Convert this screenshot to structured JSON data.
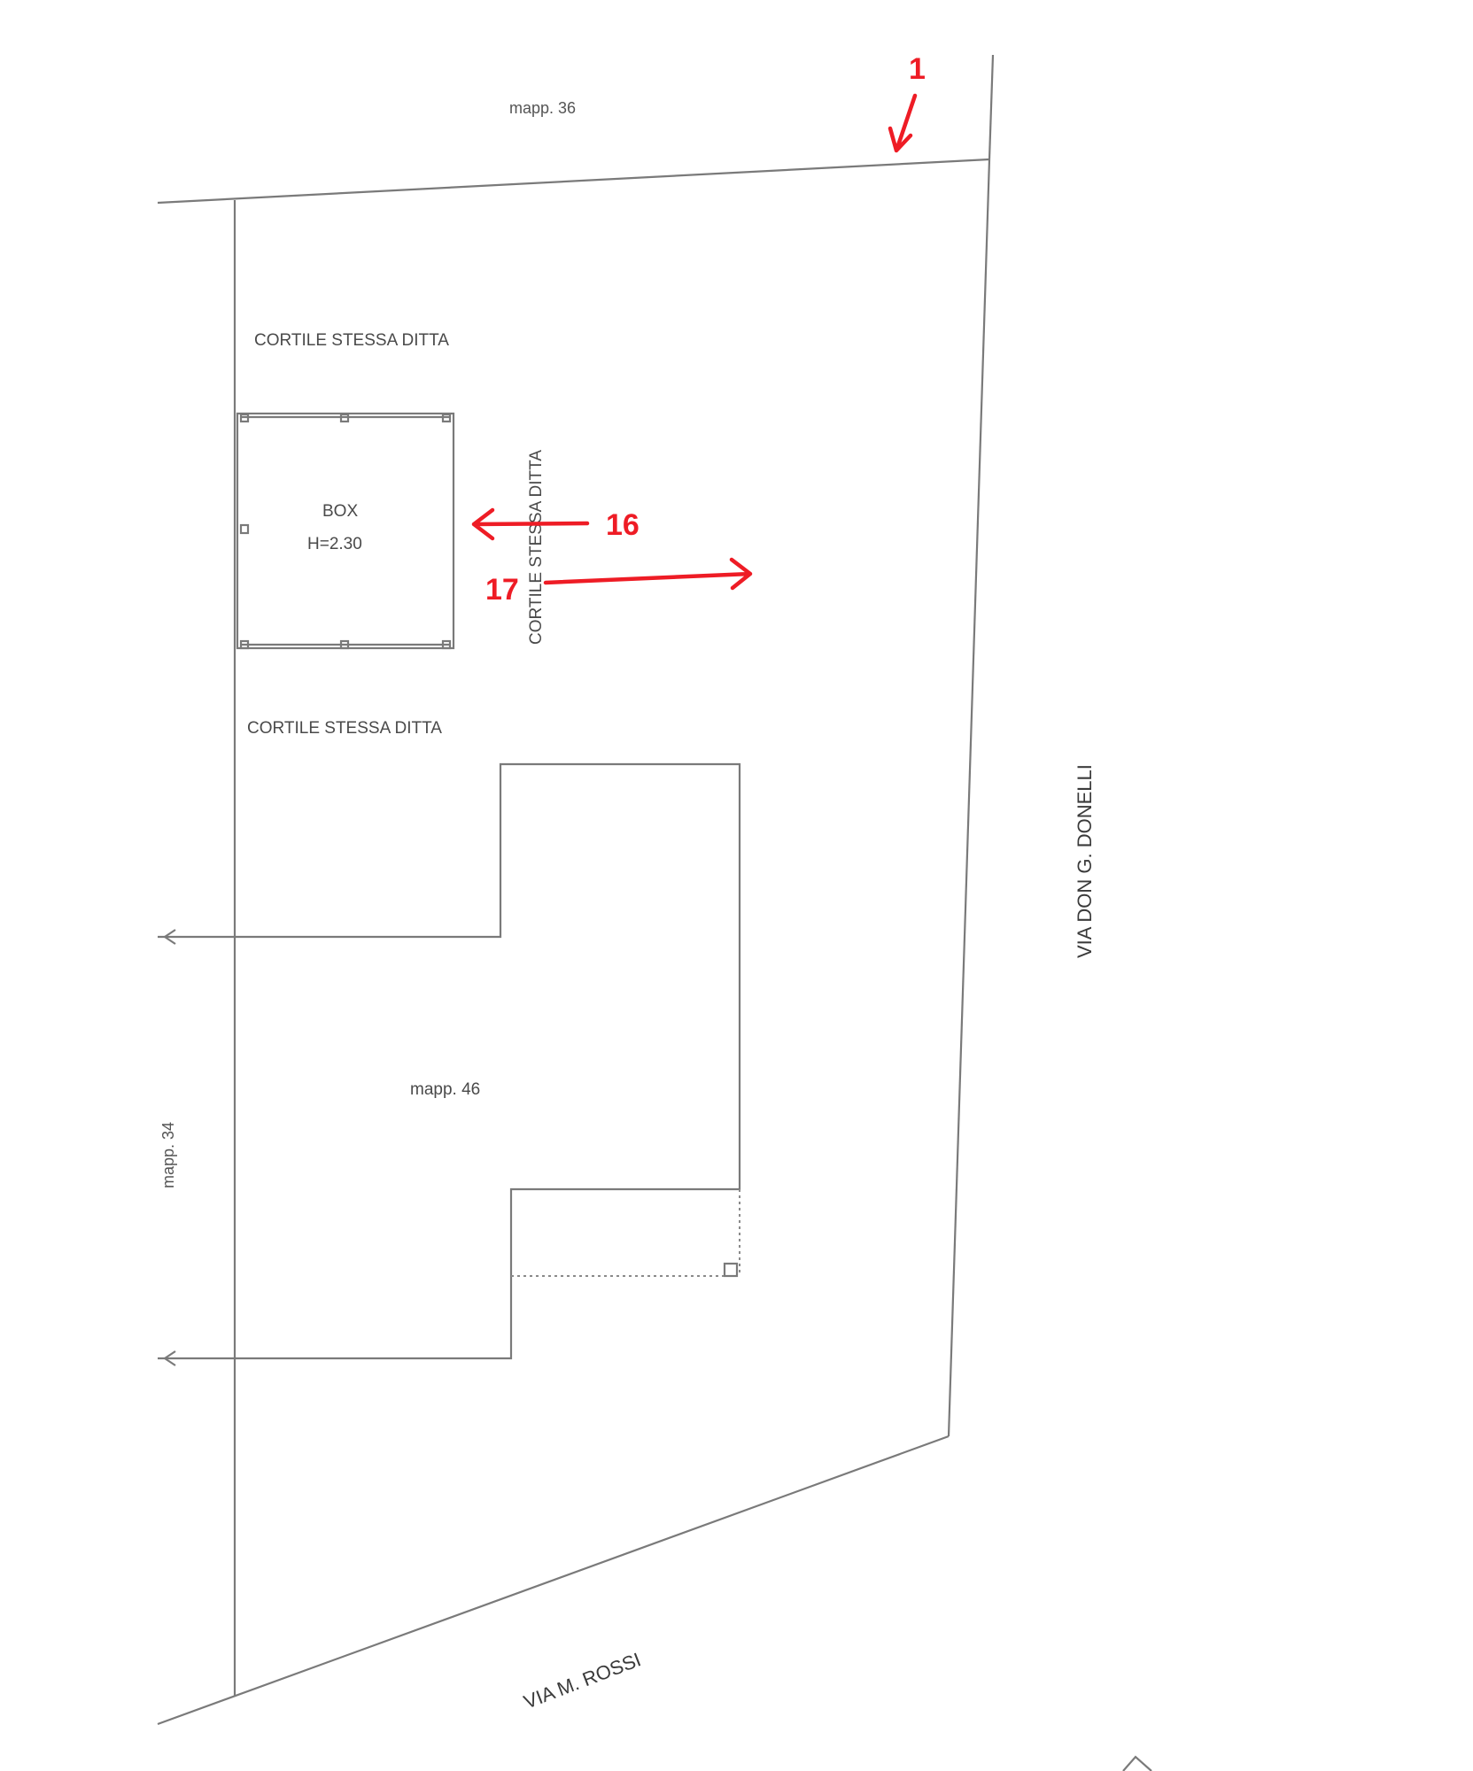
{
  "labels": {
    "mapp_36": "mapp. 36",
    "cortile_top": "CORTILE STESSA DITTA",
    "cortile_vertical": "CORTILE STESSA DITTA",
    "cortile_middle": "CORTILE STESSA DITTA",
    "box_title": "BOX",
    "box_height": "H=2.30",
    "mapp_46": "mapp. 46",
    "mapp_34": "mapp. 34",
    "via_donelli": "VIA DON G. DONELLI",
    "via_rossi": "VIA M. ROSSI"
  },
  "annotations": {
    "marker_1": "1",
    "marker_16": "16",
    "marker_17": "17"
  },
  "colors": {
    "annotation_red": "#ee1c25",
    "line_gray": "#7a7a7a",
    "text_gray": "#4a4a4a"
  }
}
